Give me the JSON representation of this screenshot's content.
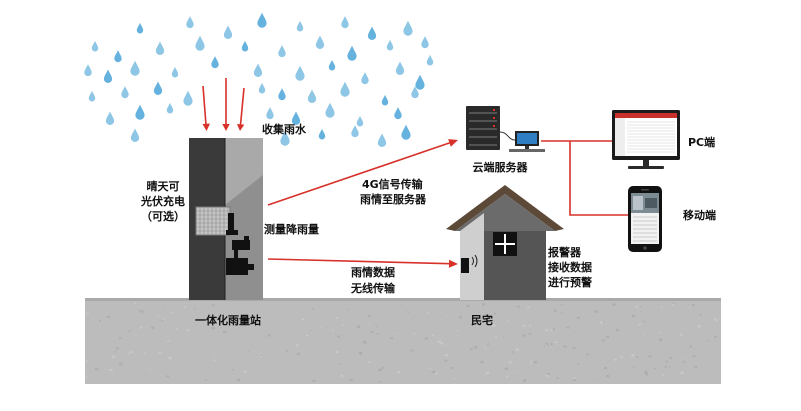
{
  "colors": {
    "arrow": "#d7312a",
    "rain": "#5eaedc",
    "ground": "#bcbcbc",
    "station_dark": "#3a3a3a",
    "station_light": "#8f8f8f",
    "roof": "#5d4937",
    "house_wall": "#555555",
    "server": "#2a2a2a"
  },
  "station": {
    "collect_label": "收集雨水",
    "solar_note": [
      "晴天可",
      "光伏充电",
      "（可选）"
    ],
    "measure_label": "测量降雨量",
    "name": "一体化雨量站"
  },
  "links": {
    "to_server": [
      "4G信号传输",
      "雨情至服务器"
    ],
    "to_house": [
      "雨情数据",
      "无线传输"
    ]
  },
  "server": {
    "name": "云端服务器"
  },
  "clients": {
    "pc": "PC端",
    "mobile": "移动端"
  },
  "house": {
    "name": "民宅",
    "alarm_note": [
      "报警器",
      "接收数据",
      "进行预警"
    ]
  }
}
